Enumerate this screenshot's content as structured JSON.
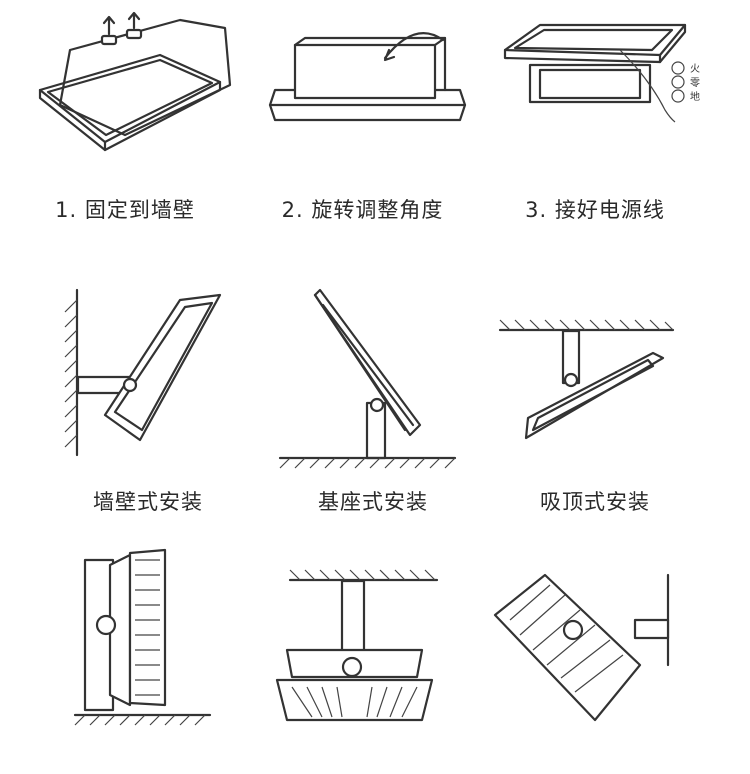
{
  "steps": [
    {
      "label": "1. 固定到墙壁"
    },
    {
      "label": "2. 旋转调整角度"
    },
    {
      "label": "3. 接好电源线"
    }
  ],
  "mounts": [
    {
      "label": "墙壁式安装"
    },
    {
      "label": "基座式安装"
    },
    {
      "label": "吸顶式安装"
    }
  ],
  "wire_labels": [
    "火",
    "零",
    "地"
  ]
}
